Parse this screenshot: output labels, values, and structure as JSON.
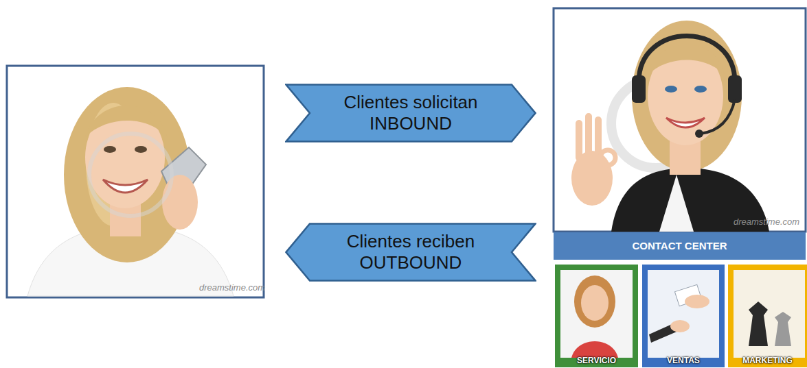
{
  "diagram": {
    "nodes": [
      {
        "text": [
          "Clientes solicitan INBOUND"
        ]
      },
      {
        "text": [
          "Clientes reciben OUTBOUND"
        ]
      },
      {
        "text": [
          "CONTACT CENTER"
        ]
      },
      {
        "text": [
          "SERVICIO"
        ]
      },
      {
        "text": [
          "VENTAS"
        ]
      },
      {
        "text": [
          "MARKETING"
        ]
      }
    ],
    "labels": [
      "dreamstime.com",
      "dreamstime.com"
    ]
  }
}
